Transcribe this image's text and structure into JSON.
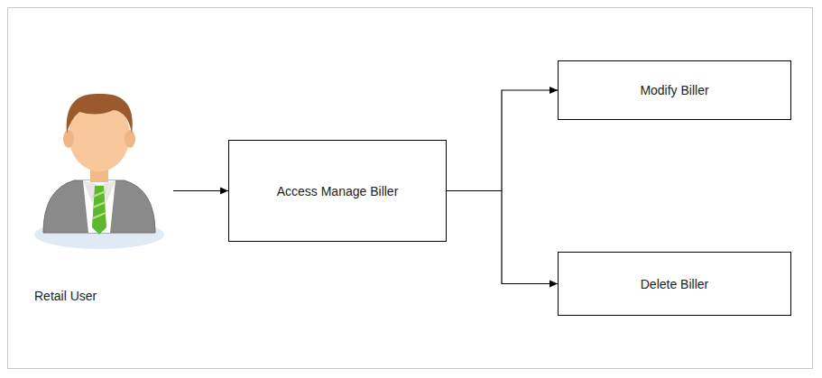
{
  "diagram": {
    "nodes": [
      {
        "text": [
          "Retail User"
        ]
      },
      {
        "text": [
          "Access Manage Biller"
        ]
      },
      {
        "text": [
          "Modify Biller"
        ]
      },
      {
        "text": [
          "Delete Biller"
        ]
      }
    ],
    "edges": [
      {
        "from": 0,
        "to": 1,
        "arrow": "to"
      },
      {
        "from": 1,
        "to": 2,
        "arrow": "to"
      },
      {
        "from": 1,
        "to": 3,
        "arrow": "to"
      }
    ]
  }
}
